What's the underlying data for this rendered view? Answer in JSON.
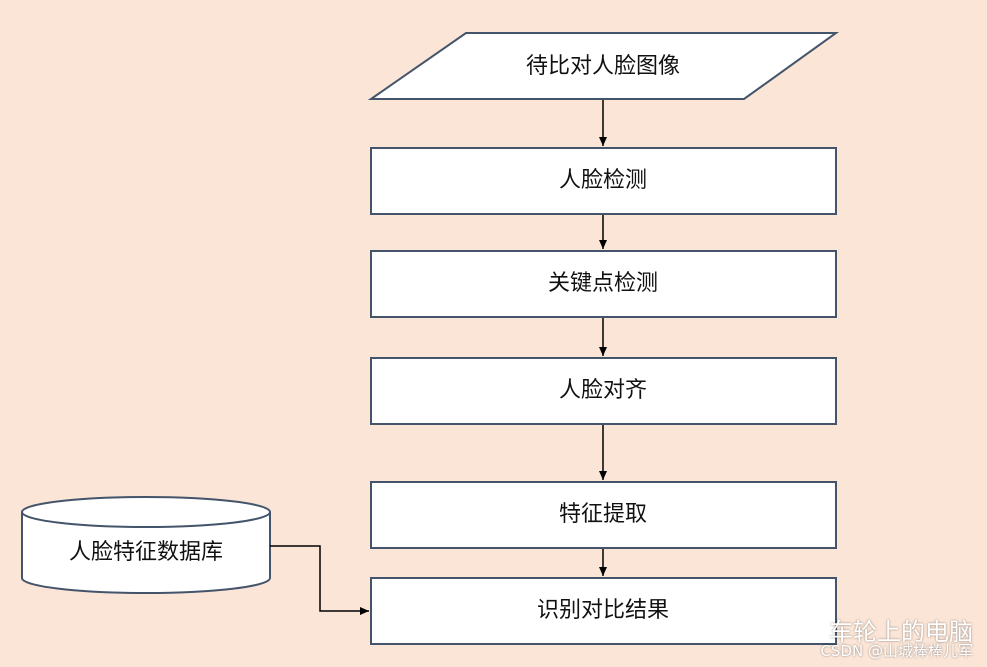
{
  "nodes": {
    "input_image": "待比对人脸图像",
    "face_detect": "人脸检测",
    "keypoint_detect": "关键点检测",
    "face_align": "人脸对齐",
    "feature_extract": "特征提取",
    "compare_result": "识别对比结果",
    "feature_db": "人脸特征数据库"
  },
  "watermark": {
    "channel": "车轮上的电脑",
    "credit": "CSDN @山城棒棒儿军"
  },
  "colors": {
    "background": "#fbe5d6",
    "box_fill": "#ffffff",
    "stroke": "#44546a",
    "arrow": "#000000"
  }
}
